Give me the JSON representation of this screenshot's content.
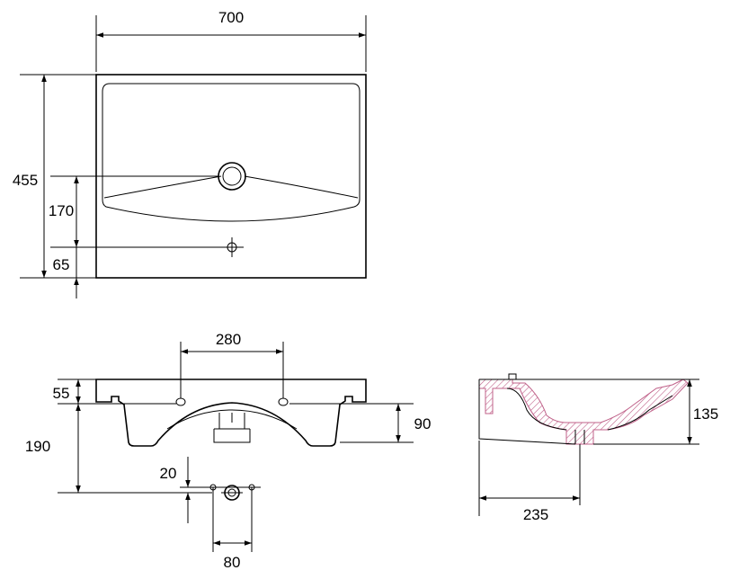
{
  "views": {
    "top": {
      "width_label": "700",
      "depth_label": "455",
      "drain_offset_label": "170",
      "front_offset_label": "65"
    },
    "front": {
      "tap_spacing_label": "280",
      "rim_height_label": "55",
      "drop_label": "190",
      "bowl_depth_label": "90"
    },
    "outlet_detail": {
      "offset_label": "20",
      "spacing_label": "80"
    },
    "section": {
      "height_label": "135",
      "depth_label": "235"
    }
  },
  "colors": {
    "line": "#000000",
    "section_hatch": "#c0628a"
  }
}
